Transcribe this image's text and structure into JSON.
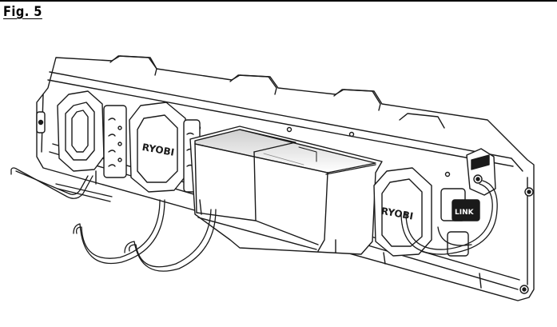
{
  "figure": {
    "label": "Fig. 5"
  },
  "logos": {
    "brand_left": "RYOBI",
    "brand_right": "RYOBI",
    "sub_brand": "LINK"
  },
  "colors": {
    "line": "#1a1a1a",
    "fill": "#ffffff",
    "bin_shade": "#d8d8d8"
  }
}
